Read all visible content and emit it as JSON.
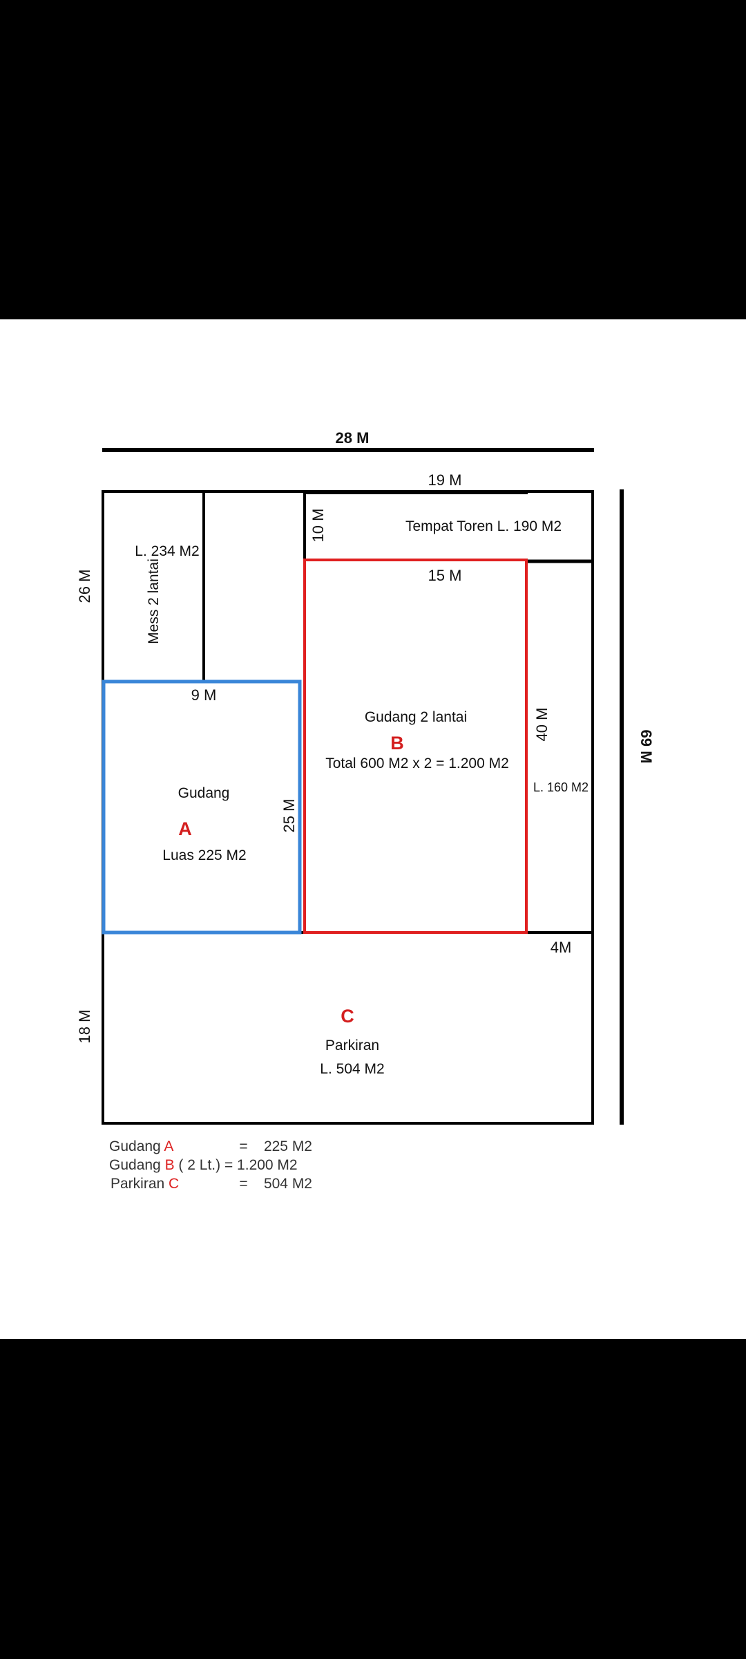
{
  "diagram": {
    "dims": {
      "total_width": "28 M",
      "toren_width": "19 M",
      "toren_height": "10 M",
      "mess_height": "26 M",
      "gudang_b_width": "15 M",
      "gudang_a_width": "9 M",
      "gudang_a_height": "25 M",
      "gudang_b_height": "40 M",
      "total_height": "69 M",
      "side_width": "4M",
      "parkir_height": "18 M"
    },
    "mess": {
      "area": "L. 234 M2",
      "name": "Mess 2 lantai"
    },
    "toren": {
      "label": "Tempat Toren L. 190 M2"
    },
    "gudang_b": {
      "name": "Gudang 2 lantai",
      "letter": "B",
      "total": "Total 600 M2 x 2 = 1.200 M2"
    },
    "side": {
      "area": "L. 160 M2"
    },
    "gudang_a": {
      "name": "Gudang",
      "letter": "A",
      "area": "Luas 225 M2"
    },
    "parkir": {
      "letter": "C",
      "name": "Parkiran",
      "area": "L. 504 M2"
    },
    "colors": {
      "gudang_a": "#3a86d8",
      "gudang_b": "#e02020",
      "lines": "#000000"
    }
  },
  "legend": [
    {
      "name": "Gudang",
      "letter": "A",
      "extra": "",
      "value": "=    225 M2"
    },
    {
      "name": "Gudang",
      "letter": "B",
      "extra": " ( 2 Lt.) ",
      "value": "= 1.200 M2"
    },
    {
      "name": "Parkiran",
      "letter": "C",
      "extra": "",
      "value": "=    504 M2"
    }
  ]
}
